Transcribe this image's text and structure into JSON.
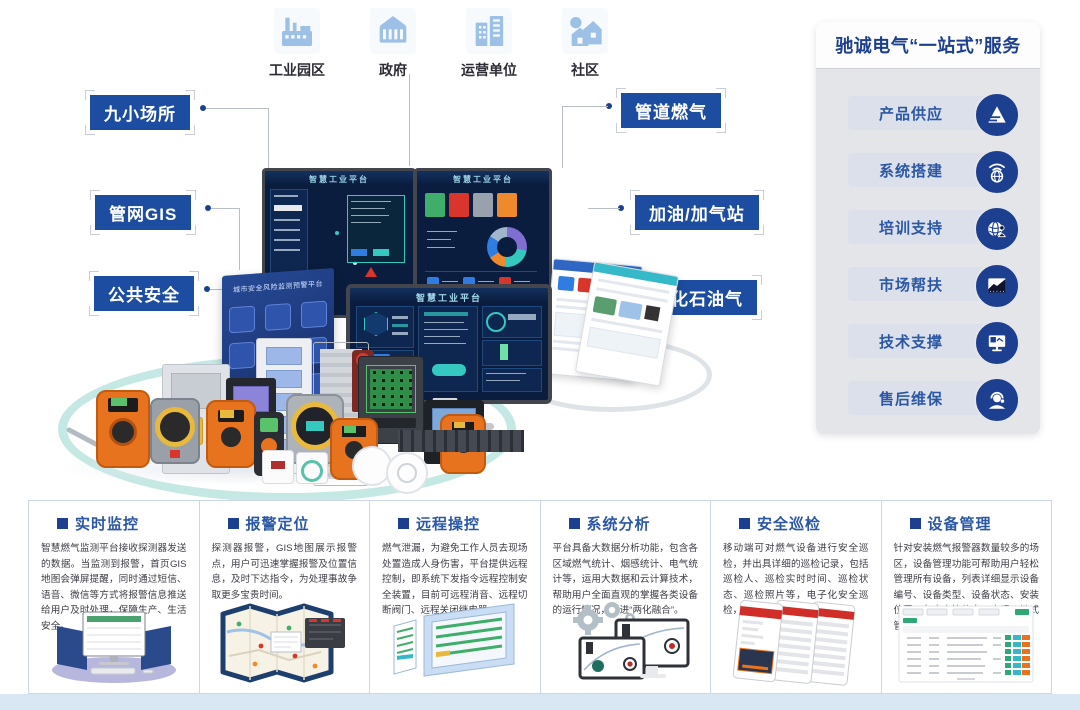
{
  "top_entities": [
    {
      "label": "工业园区",
      "icon": "factory-icon"
    },
    {
      "label": "政府",
      "icon": "government-icon"
    },
    {
      "label": "运营单位",
      "icon": "office-building-icon"
    },
    {
      "label": "社区",
      "icon": "community-icon"
    }
  ],
  "left_labels": [
    "九小场所",
    "管网GIS",
    "公共安全"
  ],
  "right_labels": [
    "管道燃气",
    "加油/加气站",
    "液化石油气"
  ],
  "service_panel": {
    "title": "驰诚电气“一站式”服务",
    "items": [
      {
        "label": "产品供应",
        "icon": "pyramid-icon"
      },
      {
        "label": "系统搭建",
        "icon": "wifi-globe-icon"
      },
      {
        "label": "培训支持",
        "icon": "globe-person-icon"
      },
      {
        "label": "市场帮扶",
        "icon": "growth-chart-icon"
      },
      {
        "label": "技术支撑",
        "icon": "monitor-icon"
      },
      {
        "label": "售后维保",
        "icon": "headset-icon"
      }
    ]
  },
  "screens": {
    "dashboard_title": "智慧工业平台",
    "board_title": "城市安全风险监测预警平台"
  },
  "features": [
    {
      "title": "实时监控",
      "text": "智慧燃气监测平台接收探测器发送的数据。当监测到报警，首页GIS地图会弹屏提醒，同时通过短信、语音、微信等方式将报警信息推送给用户及时处理，保障生产、生活安全。"
    },
    {
      "title": "报警定位",
      "text": "探测器报警，GIS地图展示报警点，用户可迅速掌握报警及位置信息，及时下达指令，为处理事故争取更多宝贵时间。"
    },
    {
      "title": "远程操控",
      "text": "燃气泄漏，为避免工作人员去现场处置造成人身伤害，平台提供远程控制，即系统下发指令远程控制安全装置，目前可远程消音、远程切断阀门、远程关闭继电器。"
    },
    {
      "title": "系统分析",
      "text": "平台具备大数据分析功能，包含各区域燃气统计、烟感统计、电气统计等，运用大数据和云计算技术，帮助用户全面直观的掌握各类设备的运行情况，促进“两化融合”。"
    },
    {
      "title": "安全巡检",
      "text": "移动端可对燃气设备进行安全巡检，并出具详细的巡检记录，包括巡检人、巡检实时时间、巡检状态、巡检照片等，电子化安全巡检，帮助用户无忧操作。"
    },
    {
      "title": "设备管理",
      "text": "针对安装燃气报警器数量较多的场区，设备管理功能可帮助用户轻松管理所有设备，列表详细显示设备编号、设备类型、设备状态、安装位置、负责人等信息，实现一键式管理。"
    }
  ]
}
